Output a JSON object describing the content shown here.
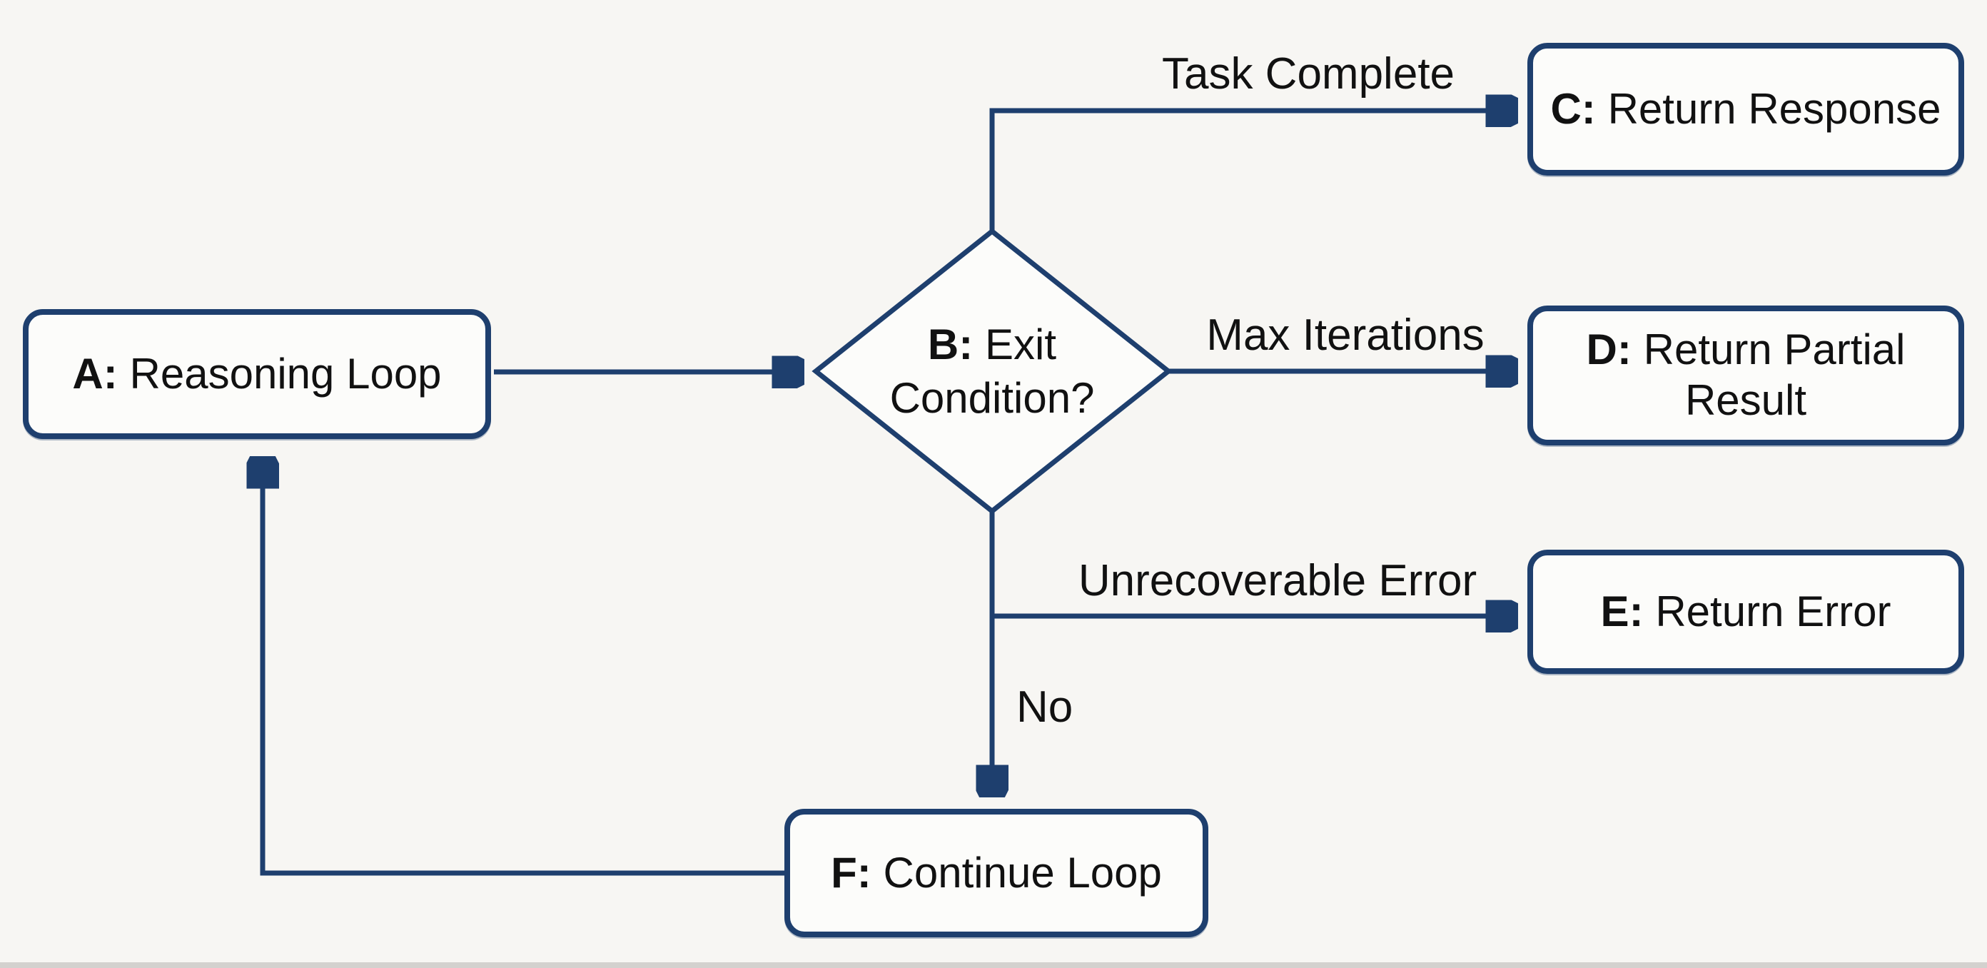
{
  "colors": {
    "background": "#f7f6f3",
    "stroke": "#1e3f6e",
    "node_fill": "#fcfcfa",
    "text": "#111111"
  },
  "nodes": {
    "a": {
      "prefix": "A:",
      "label": "Reasoning Loop"
    },
    "b": {
      "prefix": "B:",
      "line1": "Exit",
      "line2": "Condition?"
    },
    "c": {
      "prefix": "C:",
      "label": "Return Response"
    },
    "d": {
      "prefix": "D:",
      "line1": "Return Partial",
      "line2": "Result"
    },
    "e": {
      "prefix": "E:",
      "label": "Return Error"
    },
    "f": {
      "prefix": "F:",
      "label": "Continue Loop"
    }
  },
  "edge_labels": {
    "b_to_c": "Task Complete",
    "b_to_d": "Max Iterations",
    "b_to_e": "Unrecoverable Error",
    "b_to_f": "No"
  }
}
